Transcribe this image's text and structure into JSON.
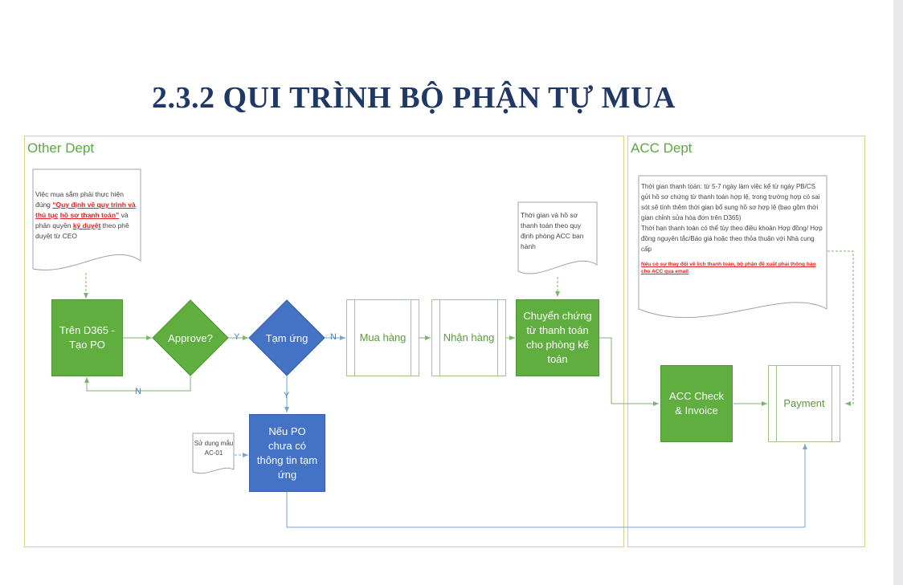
{
  "title": "2.3.2 QUI TRÌNH BỘ PHẬN TỰ MUA",
  "lanes": {
    "other": "Other Dept",
    "acc": "ACC Dept"
  },
  "notes": {
    "ceo": {
      "line1": "Việc mua sắm phải thực hiện đúng",
      "red1": "“Quy định về quy trình và thủ tục",
      "red2": "hồ sơ thanh toán”",
      "mid": " và phân quyền",
      "red3": "ký duyệt",
      "tail": " theo phê duyệt từ CEO"
    },
    "acc_docs": "Thời gian và hồ sơ thanh toán theo quy định phòng ACC ban hành",
    "payment_terms": {
      "p1": "Thời gian thanh toán: từ 5-7 ngày làm việc kể từ ngày PB/CS gửi hồ sơ chứng từ thanh toán hợp lệ, trong trường hợp có sai sót sẽ tính thêm thời gian bổ sung hồ sơ hợp lệ (bao gồm thời gian chỉnh sửa hóa đơn trên D365)",
      "p2": "Thời hạn thanh toán có thể tùy theo điều khoản Hợp đồng/ Hợp đồng nguyên tắc/Báo giá hoặc theo thỏa thuận với Nhà cung cấp",
      "warning": "Nếu có sự thay đổi về lịch thanh toán, bộ phận đề xuất phải thông báo cho ACC qua email"
    },
    "template": "Sử dụng mẫu AC-01"
  },
  "nodes": {
    "create_po": "Trên D365 - Tạo PO",
    "approve": "Approve?",
    "advance": "Tạm ứng",
    "buy": "Mua hàng",
    "receive": "Nhận hàng",
    "transfer": "Chuyển chứng từ thanh toán cho phòng kế toán",
    "po_advance": "Nếu PO chưa có thông tin tạm ứng",
    "acc_check": "ACC Check & Invoice",
    "payment": "Payment"
  },
  "edge_labels": {
    "approve_yes": "Y",
    "approve_no": "N",
    "advance_no": "N",
    "advance_yes": "Y"
  },
  "colors": {
    "process_green": "#5fae3f",
    "decision_blue": "#4472c4",
    "title_navy": "#1f3864",
    "lane_border": "#d9cf85",
    "connector_green": "#7bb56a",
    "connector_blue": "#7aa6c8",
    "warning_red": "#dd2222"
  }
}
